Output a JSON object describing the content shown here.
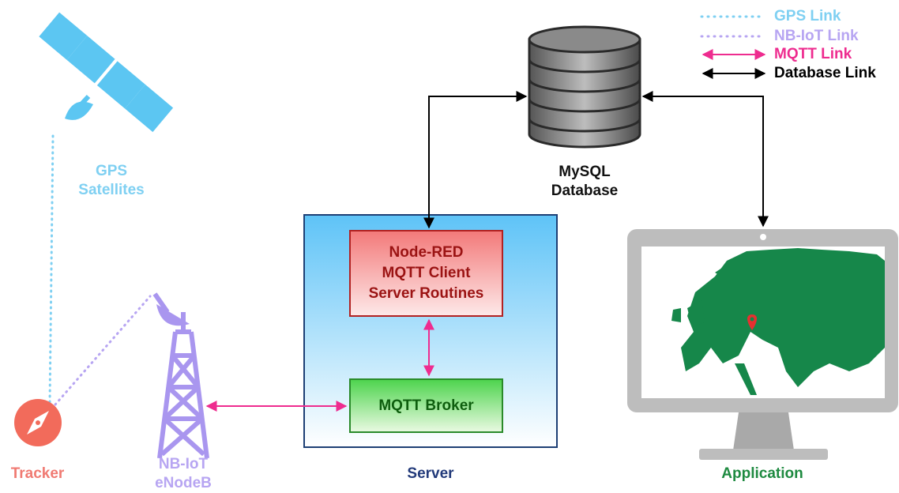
{
  "legend": [
    {
      "label": "GPS Link",
      "color": "#7fd0f2",
      "style": "dotted"
    },
    {
      "label": "NB-IoT Link",
      "color": "#b7a5f2",
      "style": "dotted"
    },
    {
      "label": "MQTT Link",
      "color": "#ee2c8f",
      "style": "double-arrow"
    },
    {
      "label": "Database Link",
      "color": "#000000",
      "style": "double-arrow"
    }
  ],
  "nodes": {
    "gps": {
      "line1": "GPS",
      "line2": "Satellites"
    },
    "database": {
      "line1": "MySQL",
      "line2": "Database"
    },
    "node_red": {
      "line1": "Node-RED",
      "line2": "MQTT Client",
      "line3": "Server Routines"
    },
    "broker": {
      "label": "MQTT Broker"
    },
    "tracker": {
      "label": "Tracker"
    },
    "nbiot": {
      "line1": "NB-IoT",
      "line2": "eNodeB"
    },
    "server": {
      "label": "Server"
    },
    "application": {
      "label": "Application"
    }
  },
  "colors": {
    "gps": "#7fd0f2",
    "nbiot": "#b7a5f2",
    "mqtt": "#ee2c8f",
    "db_link": "#000000",
    "tracker": "#f07a72",
    "server_border": "#1d3f75",
    "map_land": "#16874a",
    "monitor": "#bdbdbd"
  },
  "icons": [
    "satellite-icon",
    "database-icon",
    "compass-icon",
    "tower-icon",
    "monitor-icon",
    "map-pin-icon"
  ]
}
